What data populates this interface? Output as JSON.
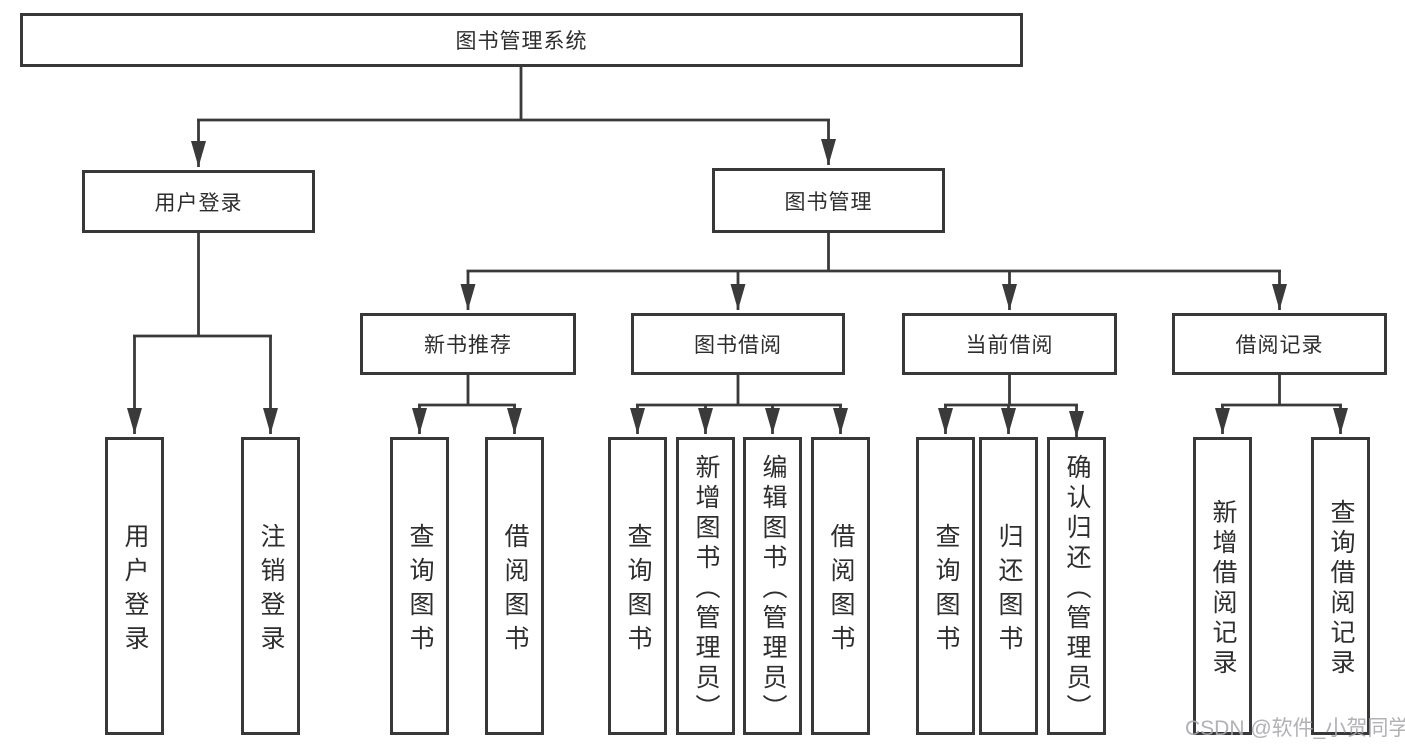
{
  "diagram_title": "图书管理系统",
  "nodes": {
    "root": "图书管理系统",
    "level2": [
      "用户登录",
      "图书管理"
    ],
    "level3": [
      "新书推荐",
      "图书借阅",
      "当前借阅",
      "借阅记录"
    ],
    "leaves": [
      "用户登录",
      "注销登录",
      "查询图书",
      "借阅图书",
      "查询图书",
      "新增图书（管理员）",
      "编辑图书（管理员）",
      "借阅图书",
      "查询图书",
      "归还图书",
      "确认归还（管理员）",
      "新增借阅记录",
      "查询借阅记录"
    ]
  },
  "hierarchy": {
    "图书管理系统": [
      "用户登录",
      "图书管理"
    ],
    "用户登录": [
      "用户登录",
      "注销登录"
    ],
    "图书管理": [
      "新书推荐",
      "图书借阅",
      "当前借阅",
      "借阅记录"
    ],
    "新书推荐": [
      "查询图书",
      "借阅图书"
    ],
    "图书借阅": [
      "查询图书",
      "新增图书（管理员）",
      "编辑图书（管理员）",
      "借阅图书"
    ],
    "当前借阅": [
      "查询图书",
      "归还图书",
      "确认归还（管理员）"
    ],
    "借阅记录": [
      "新增借阅记录",
      "查询借阅记录"
    ]
  },
  "watermark": "CSDN @软件_小贺同学",
  "colors": {
    "background": "#ffffff",
    "box_border": "#383838",
    "connector_line": "#3a3a3a",
    "text": "#2e2e2e",
    "watermark": "#a8a8ae"
  }
}
